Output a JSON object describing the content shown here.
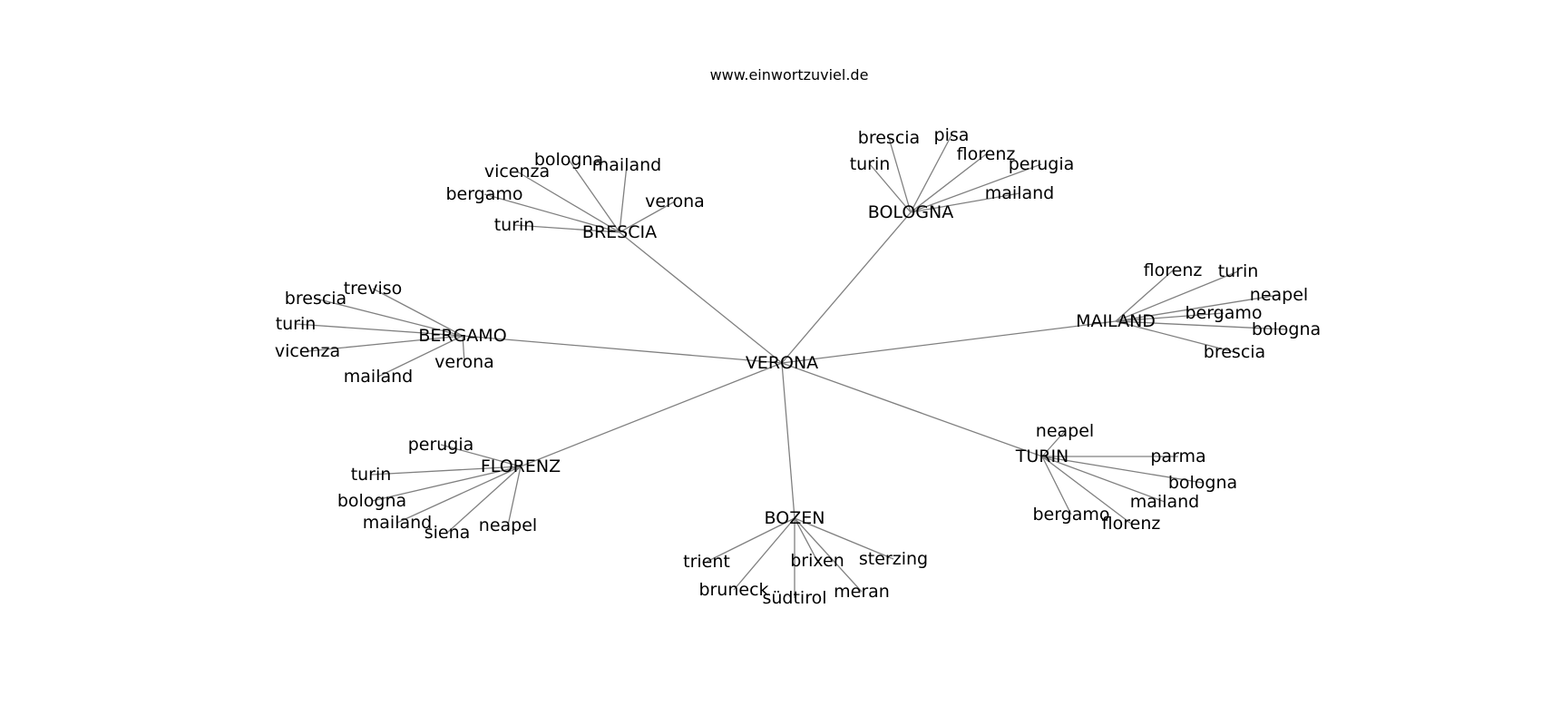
{
  "website": "www.einwortzuviel.de",
  "center": {
    "id": "VERONA",
    "label": "VERONA"
  },
  "hubs": [
    {
      "id": "BRESCIA",
      "label": "BRESCIA",
      "leaves": [
        "verona",
        "mailand",
        "bologna",
        "vicenza",
        "bergamo",
        "turin"
      ]
    },
    {
      "id": "BOLOGNA",
      "label": "BOLOGNA",
      "leaves": [
        "brescia",
        "pisa",
        "florenz",
        "perugia",
        "turin",
        "mailand"
      ]
    },
    {
      "id": "MAILAND",
      "label": "MAILAND",
      "leaves": [
        "florenz",
        "turin",
        "neapel",
        "bergamo",
        "bologna",
        "brescia"
      ]
    },
    {
      "id": "TURIN",
      "label": "TURIN",
      "leaves": [
        "neapel",
        "parma",
        "bologna",
        "mailand",
        "florenz",
        "bergamo"
      ]
    },
    {
      "id": "BOZEN",
      "label": "BOZEN",
      "leaves": [
        "sterzing",
        "brixen",
        "meran",
        "südtirol",
        "bruneck",
        "trient"
      ]
    },
    {
      "id": "FLORENZ",
      "label": "FLORENZ",
      "leaves": [
        "perugia",
        "turin",
        "bologna",
        "mailand",
        "siena",
        "neapel"
      ]
    },
    {
      "id": "BERGAMO",
      "label": "BERGAMO",
      "leaves": [
        "treviso",
        "brescia",
        "turin",
        "vicenza",
        "mailand",
        "verona"
      ]
    }
  ]
}
